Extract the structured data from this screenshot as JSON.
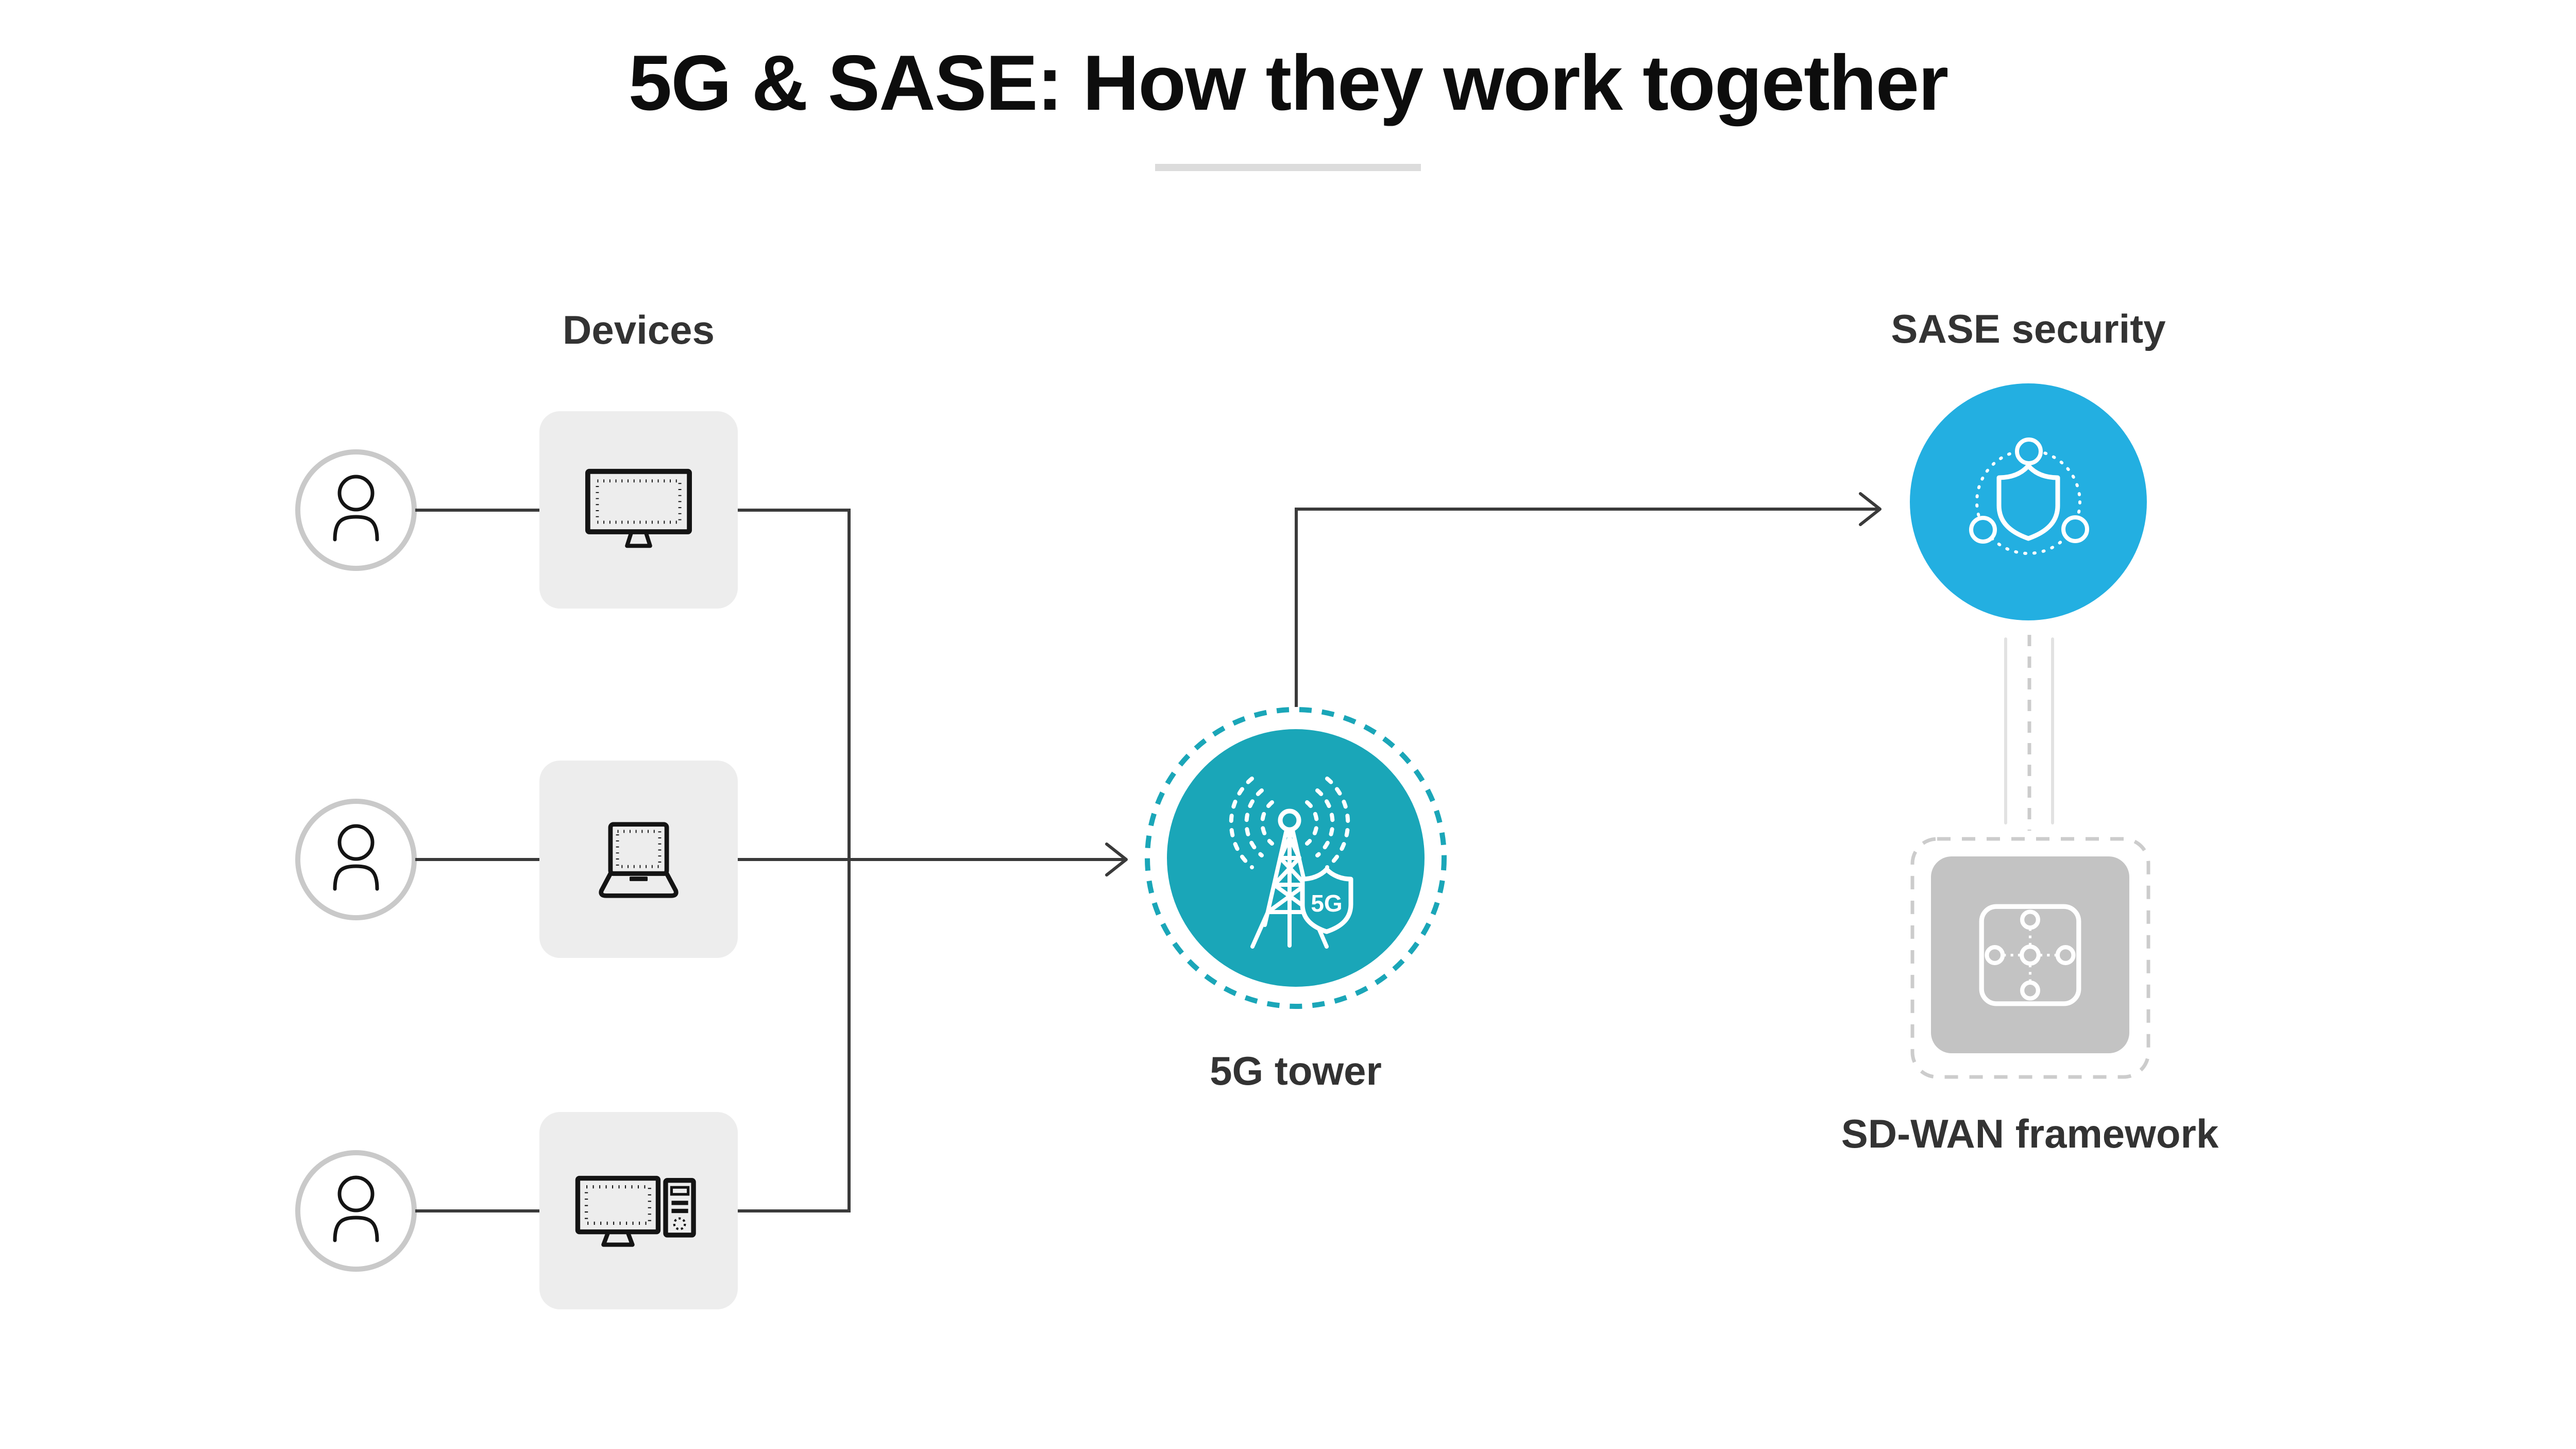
{
  "title": "5G & SASE: How they work together",
  "colors": {
    "tower-teal": "#1aa6b8",
    "sase-cyan": "#23afe1",
    "box-gray": "#ededed",
    "sdwan-gray": "#c3c3c3",
    "line-dark": "#3a3a3a",
    "line-light": "#e2e2e2",
    "dash-light": "#cccccc",
    "underline-gray": "#dcdcdc",
    "person-ring": "#c9c9c9",
    "icon-stroke": "#141414",
    "label-color": "#333333"
  },
  "sections": {
    "devices": {
      "label": "Devices",
      "items": [
        {
          "icon": "desktop-monitor-icon",
          "user_icon": "person-icon"
        },
        {
          "icon": "laptop-icon",
          "user_icon": "person-icon"
        },
        {
          "icon": "desktop-tower-icon",
          "user_icon": "person-icon"
        }
      ]
    },
    "tower": {
      "label": "5G tower",
      "badge": "5G",
      "icon": "cell-tower-icon"
    },
    "sase": {
      "label": "SASE security",
      "icon": "shield-network-icon"
    },
    "sdwan": {
      "label": "SD-WAN framework",
      "icon": "hub-spoke-icon"
    }
  }
}
